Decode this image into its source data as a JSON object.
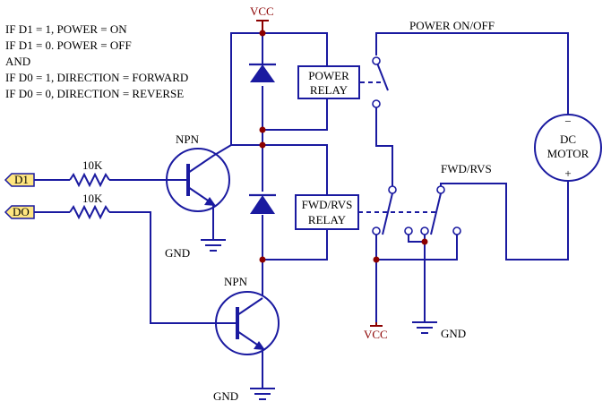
{
  "notes": [
    "IF D1 = 1, POWER = ON",
    "IF D1 = 0. POWER = OFF",
    "AND",
    "IF D0 = 1, DIRECTION = FORWARD",
    "IF D0 = 0, DIRECTION = REVERSE"
  ],
  "labels": {
    "vcc_top": "VCC",
    "vcc_bottom": "VCC",
    "power_switch": "POWER ON/OFF",
    "fwd_rvs_switch": "FWD/RVS",
    "gnd_q1": "GND",
    "gnd_q2": "GND",
    "gnd_right": "GND",
    "npn_q1": "NPN",
    "npn_q2": "NPN",
    "r1": "10K",
    "r2": "10K",
    "input_d1": "D1",
    "input_d0": "DO",
    "motor_minus": "−",
    "motor_plus": "+"
  },
  "power_relay": {
    "line1": "POWER",
    "line2": "RELAY"
  },
  "fwd_relay": {
    "line1": "FWD/RVS",
    "line2": "RELAY"
  },
  "motor": {
    "line1": "DC",
    "line2": "MOTOR"
  },
  "colors": {
    "wire": "#1a1aa0",
    "supply": "#8b0000",
    "input_fill": "#ffe680"
  }
}
